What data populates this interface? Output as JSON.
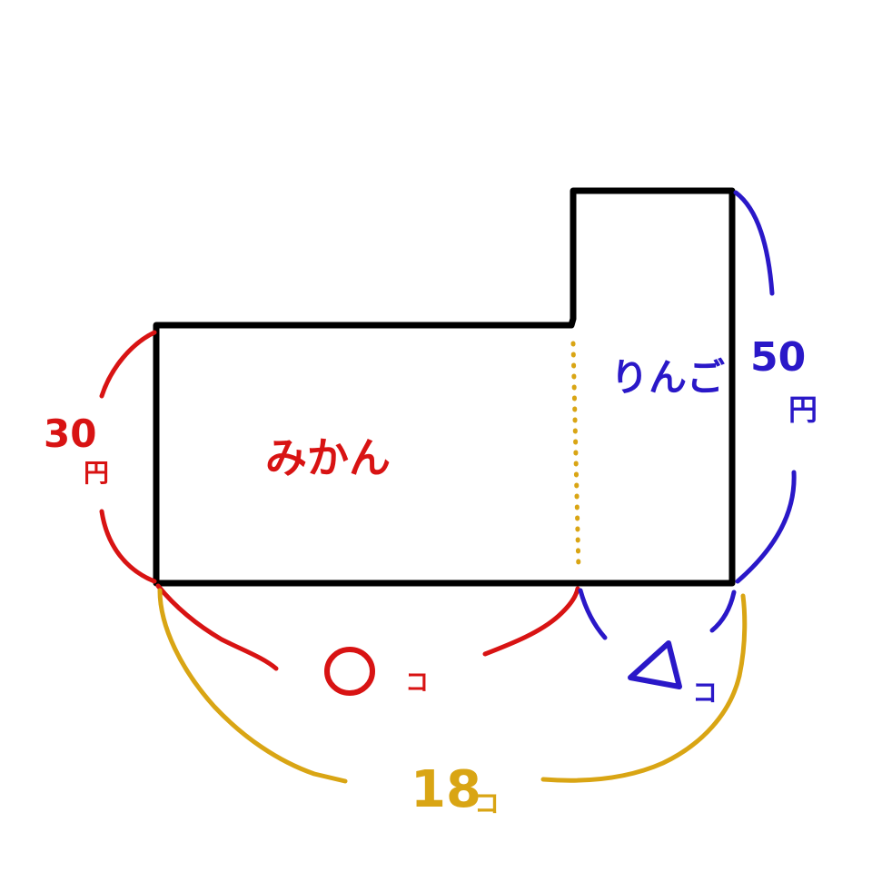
{
  "colors": {
    "outline": "#000000",
    "mikan": "#d81313",
    "ringo": "#2a18c8",
    "total": "#d9a514"
  },
  "labels": {
    "mikan_area": "みかん",
    "ringo_area": "りんご",
    "mikan_price_num": "30",
    "mikan_price_unit": "円",
    "ringo_price_num": "50",
    "ringo_price_unit": "円",
    "mikan_count_sym": "○",
    "mikan_count_unit": "コ",
    "ringo_count_sym": "△",
    "ringo_count_unit": "コ",
    "total_count_num": "18",
    "total_count_unit": "コ"
  }
}
